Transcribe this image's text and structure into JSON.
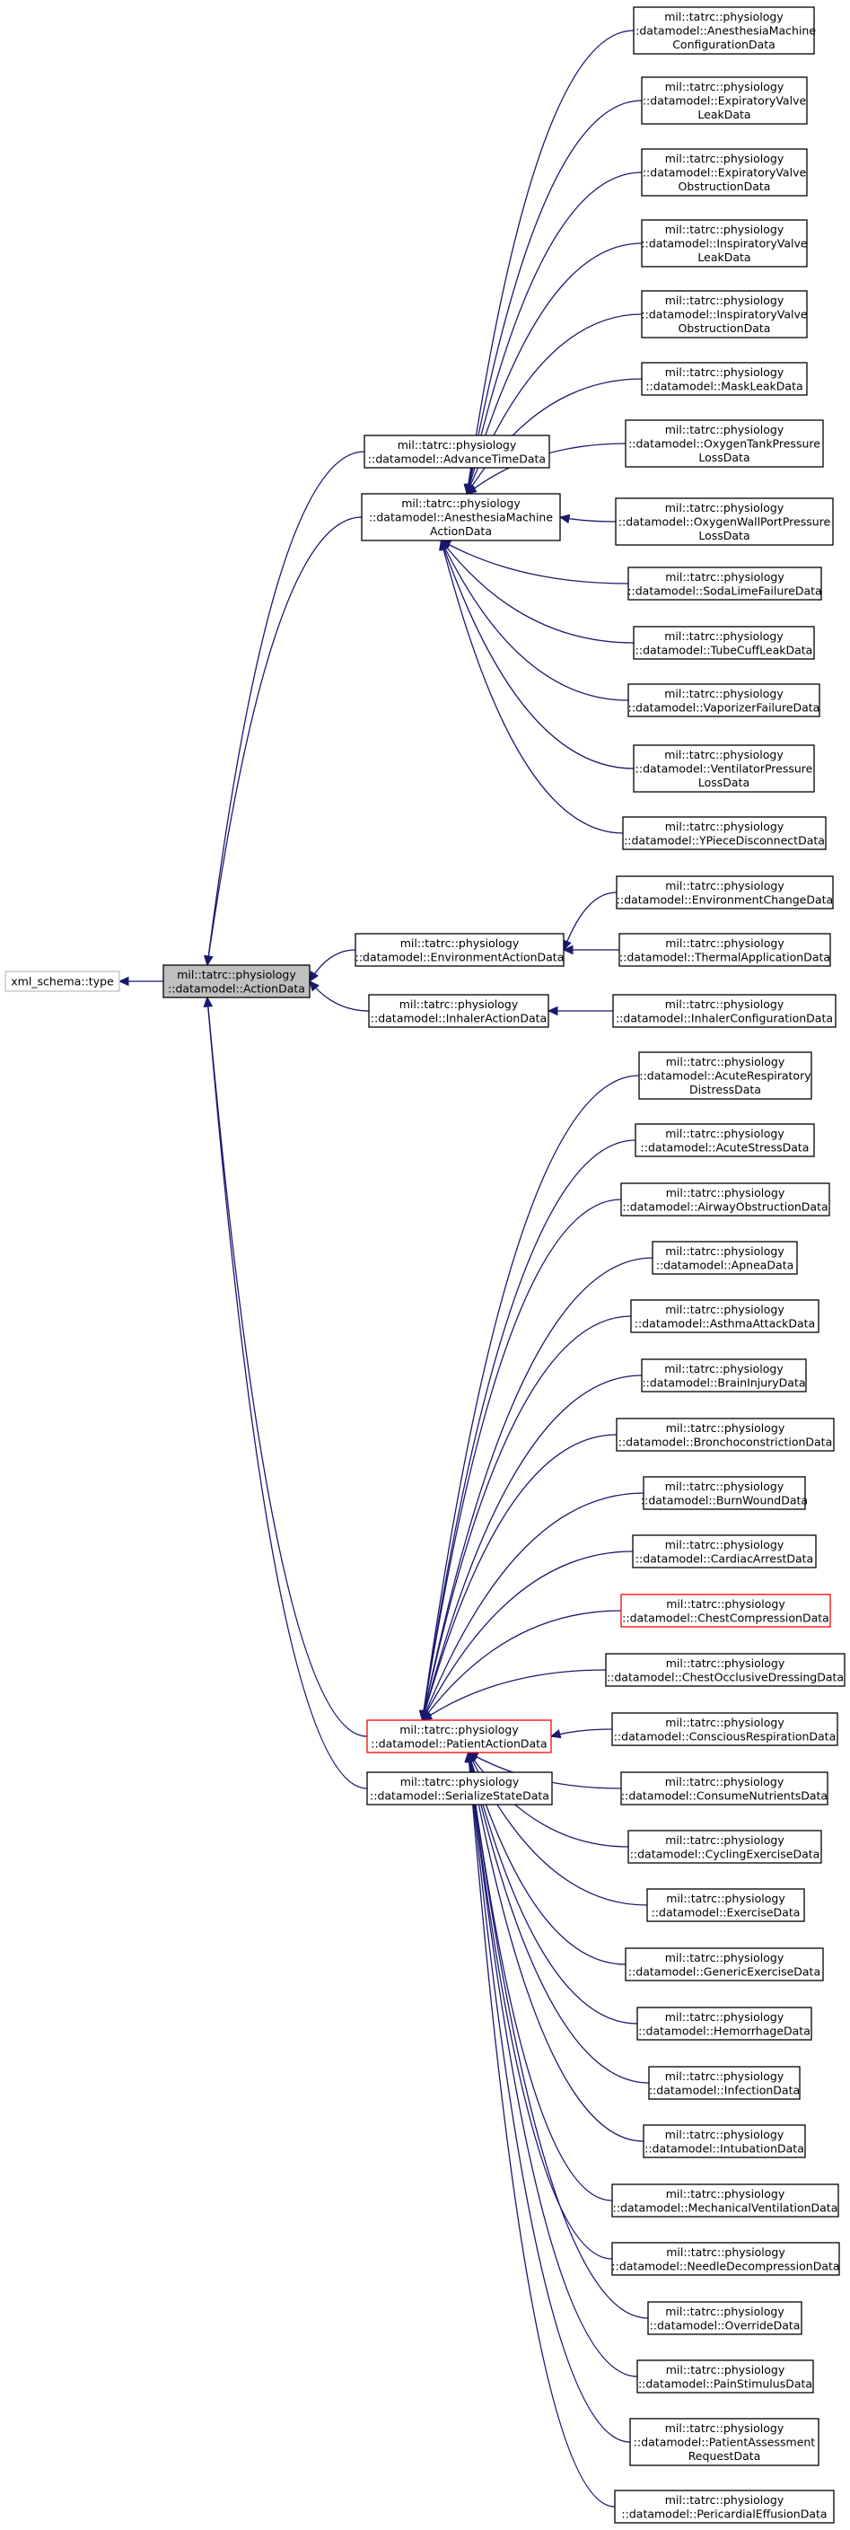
{
  "colors": {
    "edge": "#191970",
    "node_border": "#000000",
    "node_fill": "#ffffff",
    "focus_fill": "#bfbfbf",
    "external_border": "#bfbfbf",
    "highlight_border": "#ff0000",
    "text": "#000000"
  },
  "nodes": [
    {
      "id": "xml_schema_type",
      "lines": [
        "xml_schema::type"
      ],
      "style": "external"
    },
    {
      "id": "ActionData",
      "lines": [
        "mil::tatrc::physiology",
        "::datamodel::ActionData"
      ],
      "style": "focus"
    },
    {
      "id": "AdvanceTimeData",
      "lines": [
        "mil::tatrc::physiology",
        "::datamodel::AdvanceTimeData"
      ],
      "style": "normal"
    },
    {
      "id": "AnesthesiaMachineActionData",
      "lines": [
        "mil::tatrc::physiology",
        "::datamodel::AnesthesiaMachine",
        "ActionData"
      ],
      "style": "normal"
    },
    {
      "id": "EnvironmentActionData",
      "lines": [
        "mil::tatrc::physiology",
        "::datamodel::EnvironmentActionData"
      ],
      "style": "normal"
    },
    {
      "id": "InhalerActionData",
      "lines": [
        "mil::tatrc::physiology",
        "::datamodel::InhalerActionData"
      ],
      "style": "normal"
    },
    {
      "id": "PatientActionData",
      "lines": [
        "mil::tatrc::physiology",
        "::datamodel::PatientActionData"
      ],
      "style": "highlight"
    },
    {
      "id": "SerializeStateData",
      "lines": [
        "mil::tatrc::physiology",
        "::datamodel::SerializeStateData"
      ],
      "style": "normal"
    },
    {
      "id": "AnesthesiaMachineConfigurationData",
      "lines": [
        "mil::tatrc::physiology",
        "::datamodel::AnesthesiaMachine",
        "ConfigurationData"
      ],
      "style": "normal"
    },
    {
      "id": "ExpiratoryValveLeakData",
      "lines": [
        "mil::tatrc::physiology",
        "::datamodel::ExpiratoryValve",
        "LeakData"
      ],
      "style": "normal"
    },
    {
      "id": "ExpiratoryValveObstructionData",
      "lines": [
        "mil::tatrc::physiology",
        "::datamodel::ExpiratoryValve",
        "ObstructionData"
      ],
      "style": "normal"
    },
    {
      "id": "InspiratoryValveLeakData",
      "lines": [
        "mil::tatrc::physiology",
        "::datamodel::InspiratoryValve",
        "LeakData"
      ],
      "style": "normal"
    },
    {
      "id": "InspiratoryValveObstructionData",
      "lines": [
        "mil::tatrc::physiology",
        "::datamodel::InspiratoryValve",
        "ObstructionData"
      ],
      "style": "normal"
    },
    {
      "id": "MaskLeakData",
      "lines": [
        "mil::tatrc::physiology",
        "::datamodel::MaskLeakData"
      ],
      "style": "normal"
    },
    {
      "id": "OxygenTankPressureLossData",
      "lines": [
        "mil::tatrc::physiology",
        "::datamodel::OxygenTankPressure",
        "LossData"
      ],
      "style": "normal"
    },
    {
      "id": "OxygenWallPortPressureLossData",
      "lines": [
        "mil::tatrc::physiology",
        "::datamodel::OxygenWallPortPressure",
        "LossData"
      ],
      "style": "normal"
    },
    {
      "id": "SodaLimeFailureData",
      "lines": [
        "mil::tatrc::physiology",
        "::datamodel::SodaLimeFailureData"
      ],
      "style": "normal"
    },
    {
      "id": "TubeCuffLeakData",
      "lines": [
        "mil::tatrc::physiology",
        "::datamodel::TubeCuffLeakData"
      ],
      "style": "normal"
    },
    {
      "id": "VaporizerFailureData",
      "lines": [
        "mil::tatrc::physiology",
        "::datamodel::VaporizerFailureData"
      ],
      "style": "normal"
    },
    {
      "id": "VentilatorPressureLossData",
      "lines": [
        "mil::tatrc::physiology",
        "::datamodel::VentilatorPressure",
        "LossData"
      ],
      "style": "normal"
    },
    {
      "id": "YPieceDisconnectData",
      "lines": [
        "mil::tatrc::physiology",
        "::datamodel::YPieceDisconnectData"
      ],
      "style": "normal"
    },
    {
      "id": "EnvironmentChangeData",
      "lines": [
        "mil::tatrc::physiology",
        "::datamodel::EnvironmentChangeData"
      ],
      "style": "normal"
    },
    {
      "id": "ThermalApplicationData",
      "lines": [
        "mil::tatrc::physiology",
        "::datamodel::ThermalApplicationData"
      ],
      "style": "normal"
    },
    {
      "id": "InhalerConfigurationData",
      "lines": [
        "mil::tatrc::physiology",
        "::datamodel::InhalerConfigurationData"
      ],
      "style": "normal"
    },
    {
      "id": "AcuteRespiratoryDistressData",
      "lines": [
        "mil::tatrc::physiology",
        "::datamodel::AcuteRespiratory",
        "DistressData"
      ],
      "style": "normal"
    },
    {
      "id": "AcuteStressData",
      "lines": [
        "mil::tatrc::physiology",
        "::datamodel::AcuteStressData"
      ],
      "style": "normal"
    },
    {
      "id": "AirwayObstructionData",
      "lines": [
        "mil::tatrc::physiology",
        "::datamodel::AirwayObstructionData"
      ],
      "style": "normal"
    },
    {
      "id": "ApneaData",
      "lines": [
        "mil::tatrc::physiology",
        "::datamodel::ApneaData"
      ],
      "style": "normal"
    },
    {
      "id": "AsthmaAttackData",
      "lines": [
        "mil::tatrc::physiology",
        "::datamodel::AsthmaAttackData"
      ],
      "style": "normal"
    },
    {
      "id": "BrainInjuryData",
      "lines": [
        "mil::tatrc::physiology",
        "::datamodel::BrainInjuryData"
      ],
      "style": "normal"
    },
    {
      "id": "BronchoconstrictionData",
      "lines": [
        "mil::tatrc::physiology",
        "::datamodel::BronchoconstrictionData"
      ],
      "style": "normal"
    },
    {
      "id": "BurnWoundData",
      "lines": [
        "mil::tatrc::physiology",
        "::datamodel::BurnWoundData"
      ],
      "style": "normal"
    },
    {
      "id": "CardiacArrestData",
      "lines": [
        "mil::tatrc::physiology",
        "::datamodel::CardiacArrestData"
      ],
      "style": "normal"
    },
    {
      "id": "ChestCompressionData",
      "lines": [
        "mil::tatrc::physiology",
        "::datamodel::ChestCompressionData"
      ],
      "style": "highlight"
    },
    {
      "id": "ChestOcclusiveDressingData",
      "lines": [
        "mil::tatrc::physiology",
        "::datamodel::ChestOcclusiveDressingData"
      ],
      "style": "normal"
    },
    {
      "id": "ConsciousRespirationData",
      "lines": [
        "mil::tatrc::physiology",
        "::datamodel::ConsciousRespirationData"
      ],
      "style": "normal"
    },
    {
      "id": "ConsumeNutrientsData",
      "lines": [
        "mil::tatrc::physiology",
        "::datamodel::ConsumeNutrientsData"
      ],
      "style": "normal"
    },
    {
      "id": "CyclingExerciseData",
      "lines": [
        "mil::tatrc::physiology",
        "::datamodel::CyclingExerciseData"
      ],
      "style": "normal"
    },
    {
      "id": "ExerciseData",
      "lines": [
        "mil::tatrc::physiology",
        "::datamodel::ExerciseData"
      ],
      "style": "normal"
    },
    {
      "id": "GenericExerciseData",
      "lines": [
        "mil::tatrc::physiology",
        "::datamodel::GenericExerciseData"
      ],
      "style": "normal"
    },
    {
      "id": "HemorrhageData",
      "lines": [
        "mil::tatrc::physiology",
        "::datamodel::HemorrhageData"
      ],
      "style": "normal"
    },
    {
      "id": "InfectionData",
      "lines": [
        "mil::tatrc::physiology",
        "::datamodel::InfectionData"
      ],
      "style": "normal"
    },
    {
      "id": "IntubationData",
      "lines": [
        "mil::tatrc::physiology",
        "::datamodel::IntubationData"
      ],
      "style": "normal"
    },
    {
      "id": "MechanicalVentilationData",
      "lines": [
        "mil::tatrc::physiology",
        "::datamodel::MechanicalVentilationData"
      ],
      "style": "normal"
    },
    {
      "id": "NeedleDecompressionData",
      "lines": [
        "mil::tatrc::physiology",
        "::datamodel::NeedleDecompressionData"
      ],
      "style": "normal"
    },
    {
      "id": "OverrideData",
      "lines": [
        "mil::tatrc::physiology",
        "::datamodel::OverrideData"
      ],
      "style": "normal"
    },
    {
      "id": "PainStimulusData",
      "lines": [
        "mil::tatrc::physiology",
        "::datamodel::PainStimulusData"
      ],
      "style": "normal"
    },
    {
      "id": "PatientAssessmentRequestData",
      "lines": [
        "mil::tatrc::physiology",
        "::datamodel::PatientAssessment",
        "RequestData"
      ],
      "style": "normal"
    },
    {
      "id": "PericardialEffusionData",
      "lines": [
        "mil::tatrc::physiology",
        "::datamodel::PericardialEffusionData"
      ],
      "style": "normal"
    }
  ],
  "edges": [
    {
      "from": "ActionData",
      "to": "xml_schema_type"
    },
    {
      "from": "AdvanceTimeData",
      "to": "ActionData"
    },
    {
      "from": "AnesthesiaMachineActionData",
      "to": "ActionData"
    },
    {
      "from": "EnvironmentActionData",
      "to": "ActionData"
    },
    {
      "from": "InhalerActionData",
      "to": "ActionData"
    },
    {
      "from": "PatientActionData",
      "to": "ActionData"
    },
    {
      "from": "SerializeStateData",
      "to": "ActionData"
    },
    {
      "from": "AnesthesiaMachineConfigurationData",
      "to": "AnesthesiaMachineActionData"
    },
    {
      "from": "ExpiratoryValveLeakData",
      "to": "AnesthesiaMachineActionData"
    },
    {
      "from": "ExpiratoryValveObstructionData",
      "to": "AnesthesiaMachineActionData"
    },
    {
      "from": "InspiratoryValveLeakData",
      "to": "AnesthesiaMachineActionData"
    },
    {
      "from": "InspiratoryValveObstructionData",
      "to": "AnesthesiaMachineActionData"
    },
    {
      "from": "MaskLeakData",
      "to": "AnesthesiaMachineActionData"
    },
    {
      "from": "OxygenTankPressureLossData",
      "to": "AnesthesiaMachineActionData"
    },
    {
      "from": "OxygenWallPortPressureLossData",
      "to": "AnesthesiaMachineActionData"
    },
    {
      "from": "SodaLimeFailureData",
      "to": "AnesthesiaMachineActionData"
    },
    {
      "from": "TubeCuffLeakData",
      "to": "AnesthesiaMachineActionData"
    },
    {
      "from": "VaporizerFailureData",
      "to": "AnesthesiaMachineActionData"
    },
    {
      "from": "VentilatorPressureLossData",
      "to": "AnesthesiaMachineActionData"
    },
    {
      "from": "YPieceDisconnectData",
      "to": "AnesthesiaMachineActionData"
    },
    {
      "from": "EnvironmentChangeData",
      "to": "EnvironmentActionData"
    },
    {
      "from": "ThermalApplicationData",
      "to": "EnvironmentActionData"
    },
    {
      "from": "InhalerConfigurationData",
      "to": "InhalerActionData"
    },
    {
      "from": "AcuteRespiratoryDistressData",
      "to": "PatientActionData"
    },
    {
      "from": "AcuteStressData",
      "to": "PatientActionData"
    },
    {
      "from": "AirwayObstructionData",
      "to": "PatientActionData"
    },
    {
      "from": "ApneaData",
      "to": "PatientActionData"
    },
    {
      "from": "AsthmaAttackData",
      "to": "PatientActionData"
    },
    {
      "from": "BrainInjuryData",
      "to": "PatientActionData"
    },
    {
      "from": "BronchoconstrictionData",
      "to": "PatientActionData"
    },
    {
      "from": "BurnWoundData",
      "to": "PatientActionData"
    },
    {
      "from": "CardiacArrestData",
      "to": "PatientActionData"
    },
    {
      "from": "ChestCompressionData",
      "to": "PatientActionData"
    },
    {
      "from": "ChestOcclusiveDressingData",
      "to": "PatientActionData"
    },
    {
      "from": "ConsciousRespirationData",
      "to": "PatientActionData"
    },
    {
      "from": "ConsumeNutrientsData",
      "to": "PatientActionData"
    },
    {
      "from": "CyclingExerciseData",
      "to": "PatientActionData"
    },
    {
      "from": "ExerciseData",
      "to": "PatientActionData"
    },
    {
      "from": "GenericExerciseData",
      "to": "PatientActionData"
    },
    {
      "from": "HemorrhageData",
      "to": "PatientActionData"
    },
    {
      "from": "InfectionData",
      "to": "PatientActionData"
    },
    {
      "from": "IntubationData",
      "to": "PatientActionData"
    },
    {
      "from": "MechanicalVentilationData",
      "to": "PatientActionData"
    },
    {
      "from": "NeedleDecompressionData",
      "to": "PatientActionData"
    },
    {
      "from": "OverrideData",
      "to": "PatientActionData"
    },
    {
      "from": "PainStimulusData",
      "to": "PatientActionData"
    },
    {
      "from": "PatientAssessmentRequestData",
      "to": "PatientActionData"
    },
    {
      "from": "PericardialEffusionData",
      "to": "PatientActionData"
    }
  ]
}
